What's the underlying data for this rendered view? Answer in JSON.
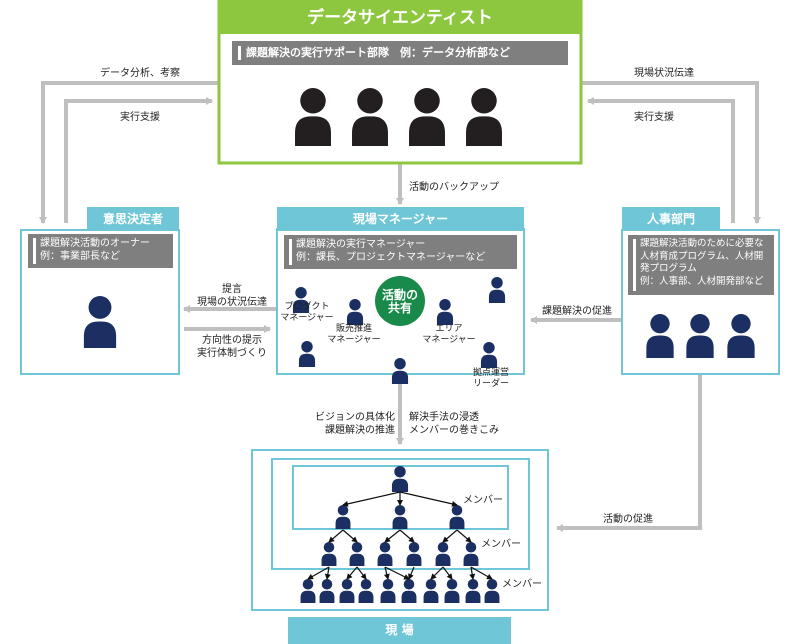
{
  "data_scientist": {
    "title": "データサイエンティスト",
    "subtitle": "課題解決の実行サポート部隊　例：データ分析部など"
  },
  "decision_maker": {
    "title": "意思決定者",
    "desc_line1": "課題解決活動のオーナー",
    "desc_line2": "例：事業部長など"
  },
  "field_manager": {
    "title": "現場マネージャー",
    "desc_line1": "課題解決の実行マネージャー",
    "desc_line2": "例：課長、プロジェクトマネージャーなど",
    "center_line1": "活動の",
    "center_line2": "共有",
    "roles": {
      "product_l1": "プロダクト",
      "product_l2": "マネージャー",
      "sales_l1": "販売推進",
      "sales_l2": "マネージャー",
      "area_l1": "エリア",
      "area_l2": "マネージャー",
      "base_l1": "拠点運営",
      "base_l2": "リーダー"
    }
  },
  "hr": {
    "title": "人事部門",
    "desc_line1": "課題解決活動のために必要な",
    "desc_line2": "人材育成プログラム、人材開",
    "desc_line3": "発プログラム",
    "desc_line4": "例：人事部、人材開発部など"
  },
  "field": {
    "title": "現 場",
    "member_label": "メンバー"
  },
  "arrows": {
    "analysis": "データ分析、考察",
    "exec_support": "実行支援",
    "field_status": "現場状況伝達",
    "backup": "活動のバックアップ",
    "proposal_l1": "提言",
    "proposal_l2": "現場の状況伝達",
    "direction_l1": "方向性の提示",
    "direction_l2": "実行体制づくり",
    "promote_solution": "課題解決の促進",
    "vision_l1": "ビジョンの具体化",
    "vision_l2": "課題解決の推進",
    "spread_l1": "解決手法の浸透",
    "spread_l2": "メンバーの巻きこみ",
    "promote_activity": "活動の促進"
  },
  "colors": {
    "green": "#8dc63f",
    "teal": "#6ec6d6",
    "navy": "#1b2f63",
    "black": "#231f20",
    "gray": "#7f7f7f",
    "arrow": "#bfbfbf",
    "circle": "#1a8a4a"
  }
}
